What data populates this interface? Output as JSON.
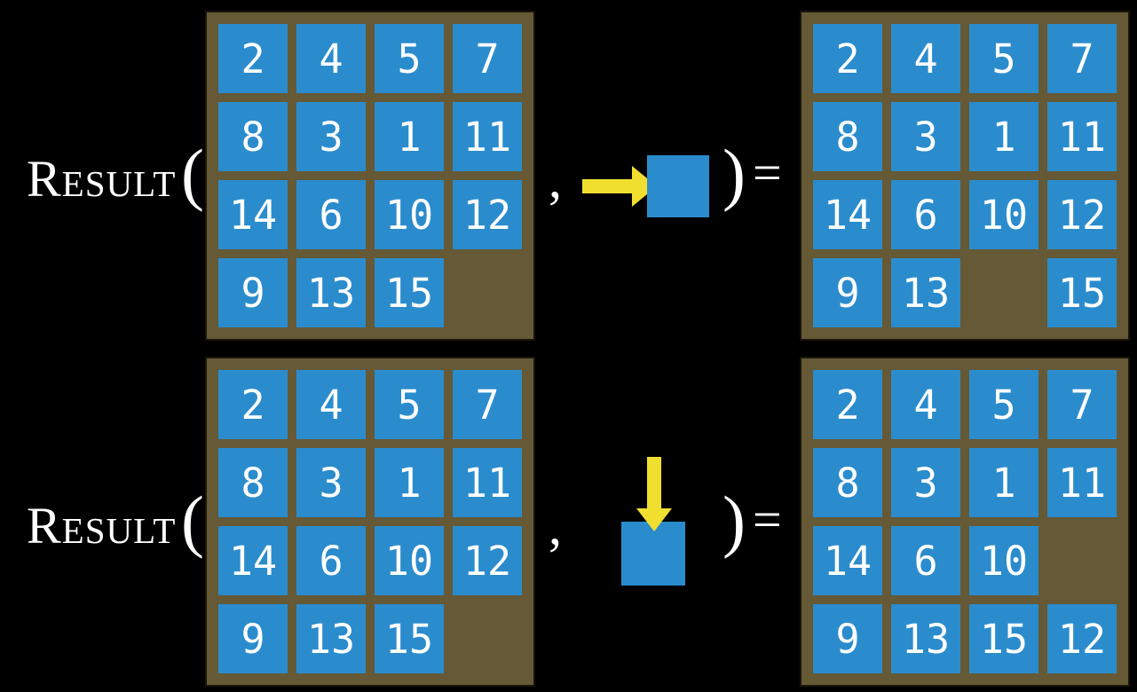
{
  "title": "fifteen puzzle RESULT function examples",
  "colors": {
    "background": "#000000",
    "board_brown": "#655936",
    "board_border": "#1a150a",
    "tile_blue": "#2b8ccd",
    "arrow_yellow": "#f1df30",
    "text_white": "#ffffff"
  },
  "formula": {
    "function_name": "Result",
    "open_paren": "(",
    "comma": ",",
    "close_paren": ")",
    "equals": "="
  },
  "examples": [
    {
      "id": "move-right",
      "arrow_direction": "right",
      "input_grid": [
        [
          "2",
          "4",
          "5",
          "7"
        ],
        [
          "8",
          "3",
          "1",
          "11"
        ],
        [
          "14",
          "6",
          "10",
          "12"
        ],
        [
          "9",
          "13",
          "15",
          ""
        ]
      ],
      "result_grid": [
        [
          "2",
          "4",
          "5",
          "7"
        ],
        [
          "8",
          "3",
          "1",
          "11"
        ],
        [
          "14",
          "6",
          "10",
          "12"
        ],
        [
          "9",
          "13",
          "",
          "15"
        ]
      ]
    },
    {
      "id": "move-down",
      "arrow_direction": "down",
      "input_grid": [
        [
          "2",
          "4",
          "5",
          "7"
        ],
        [
          "8",
          "3",
          "1",
          "11"
        ],
        [
          "14",
          "6",
          "10",
          "12"
        ],
        [
          "9",
          "13",
          "15",
          ""
        ]
      ],
      "result_grid": [
        [
          "2",
          "4",
          "5",
          "7"
        ],
        [
          "8",
          "3",
          "1",
          "11"
        ],
        [
          "14",
          "6",
          "10",
          ""
        ],
        [
          "9",
          "13",
          "15",
          "12"
        ]
      ]
    }
  ]
}
